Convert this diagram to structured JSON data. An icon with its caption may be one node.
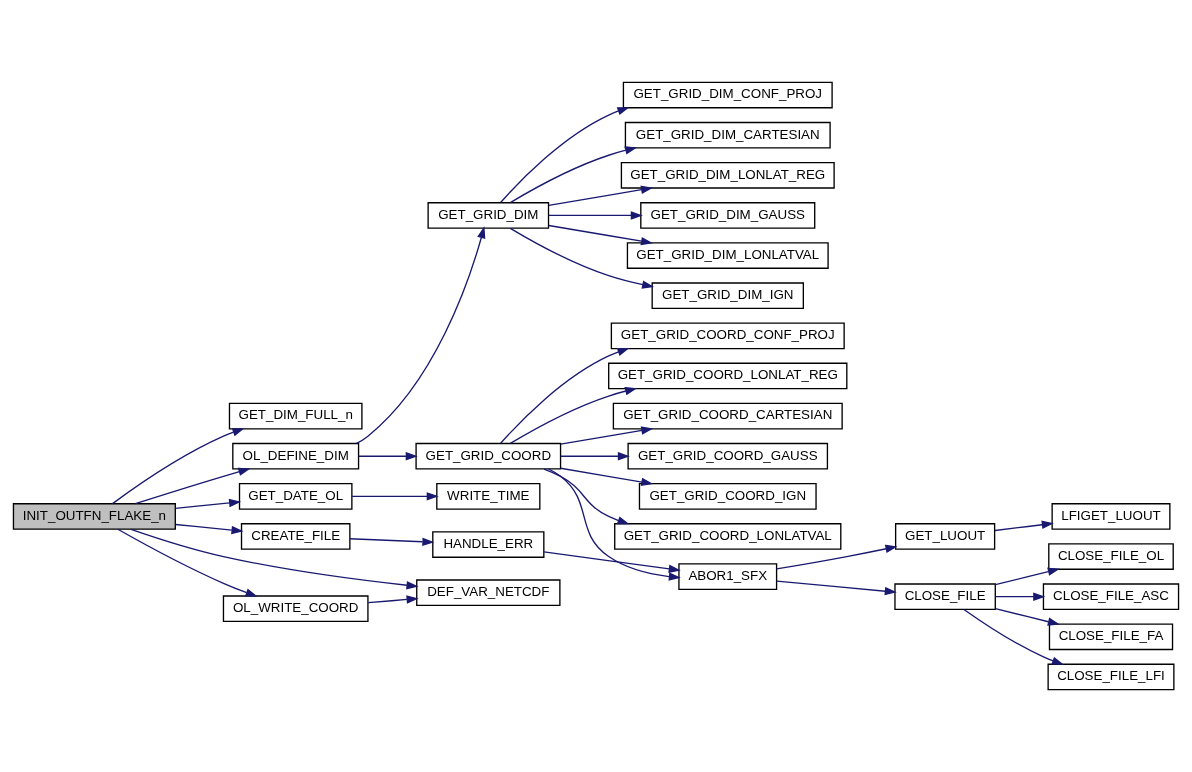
{
  "diagram": {
    "nodes": [
      {
        "text": [
          "INIT_OUTFN_FLAKE_n"
        ]
      },
      {
        "text": [
          "GET_DIM_FULL_n"
        ]
      },
      {
        "text": [
          "OL_DEFINE_DIM"
        ]
      },
      {
        "text": [
          "GET_GRID_DIM"
        ]
      },
      {
        "text": [
          "GET_GRID_DIM_CONF_PROJ"
        ]
      },
      {
        "text": [
          "GET_GRID_DIM_CARTESIAN"
        ]
      },
      {
        "text": [
          "GET_GRID_DIM_LONLAT_REG"
        ]
      },
      {
        "text": [
          "GET_GRID_DIM_GAUSS"
        ]
      },
      {
        "text": [
          "GET_GRID_DIM_LONLATVAL"
        ]
      },
      {
        "text": [
          "GET_GRID_DIM_IGN"
        ]
      },
      {
        "text": [
          "GET_GRID_COORD"
        ]
      },
      {
        "text": [
          "GET_GRID_COORD_CONF_PROJ"
        ]
      },
      {
        "text": [
          "GET_GRID_COORD_LONLAT_REG"
        ]
      },
      {
        "text": [
          "GET_GRID_COORD_CARTESIAN"
        ]
      },
      {
        "text": [
          "GET_GRID_COORD_GAUSS"
        ]
      },
      {
        "text": [
          "GET_GRID_COORD_IGN"
        ]
      },
      {
        "text": [
          "GET_GRID_COORD_LONLATVAL"
        ]
      },
      {
        "text": [
          "ABOR1_SFX"
        ]
      },
      {
        "text": [
          "GET_LUOUT"
        ]
      },
      {
        "text": [
          "LFIGET_LUOUT"
        ]
      },
      {
        "text": [
          "CLOSE_FILE"
        ]
      },
      {
        "text": [
          "CLOSE_FILE_OL"
        ]
      },
      {
        "text": [
          "CLOSE_FILE_ASC"
        ]
      },
      {
        "text": [
          "CLOSE_FILE_FA"
        ]
      },
      {
        "text": [
          "CLOSE_FILE_LFI"
        ]
      },
      {
        "text": [
          "GET_DATE_OL"
        ]
      },
      {
        "text": [
          "WRITE_TIME"
        ]
      },
      {
        "text": [
          "CREATE_FILE"
        ]
      },
      {
        "text": [
          "HANDLE_ERR"
        ]
      },
      {
        "text": [
          "DEF_VAR_NETCDF"
        ]
      },
      {
        "text": [
          "OL_WRITE_COORD"
        ]
      }
    ],
    "edges": [
      {
        "from": 0,
        "to": 1,
        "arrow": "to"
      },
      {
        "from": 0,
        "to": 2,
        "arrow": "to"
      },
      {
        "from": 0,
        "to": 25,
        "arrow": "to"
      },
      {
        "from": 0,
        "to": 27,
        "arrow": "to"
      },
      {
        "from": 0,
        "to": 29,
        "arrow": "to"
      },
      {
        "from": 0,
        "to": 30,
        "arrow": "to"
      },
      {
        "from": 2,
        "to": 3,
        "arrow": "to"
      },
      {
        "from": 2,
        "to": 10,
        "arrow": "to"
      },
      {
        "from": 3,
        "to": 4,
        "arrow": "to"
      },
      {
        "from": 3,
        "to": 5,
        "arrow": "to"
      },
      {
        "from": 3,
        "to": 6,
        "arrow": "to"
      },
      {
        "from": 3,
        "to": 7,
        "arrow": "to"
      },
      {
        "from": 3,
        "to": 8,
        "arrow": "to"
      },
      {
        "from": 3,
        "to": 9,
        "arrow": "to"
      },
      {
        "from": 10,
        "to": 11,
        "arrow": "to"
      },
      {
        "from": 10,
        "to": 12,
        "arrow": "to"
      },
      {
        "from": 10,
        "to": 13,
        "arrow": "to"
      },
      {
        "from": 10,
        "to": 14,
        "arrow": "to"
      },
      {
        "from": 10,
        "to": 15,
        "arrow": "to"
      },
      {
        "from": 10,
        "to": 16,
        "arrow": "to"
      },
      {
        "from": 10,
        "to": 17,
        "arrow": "to"
      },
      {
        "from": 17,
        "to": 18,
        "arrow": "to"
      },
      {
        "from": 17,
        "to": 20,
        "arrow": "to"
      },
      {
        "from": 18,
        "to": 19,
        "arrow": "to"
      },
      {
        "from": 20,
        "to": 21,
        "arrow": "to"
      },
      {
        "from": 20,
        "to": 22,
        "arrow": "to"
      },
      {
        "from": 20,
        "to": 23,
        "arrow": "to"
      },
      {
        "from": 20,
        "to": 24,
        "arrow": "to"
      },
      {
        "from": 25,
        "to": 26,
        "arrow": "to"
      },
      {
        "from": 27,
        "to": 28,
        "arrow": "to"
      },
      {
        "from": 28,
        "to": 17,
        "arrow": "to"
      },
      {
        "from": 30,
        "to": 29,
        "arrow": "to"
      }
    ]
  }
}
